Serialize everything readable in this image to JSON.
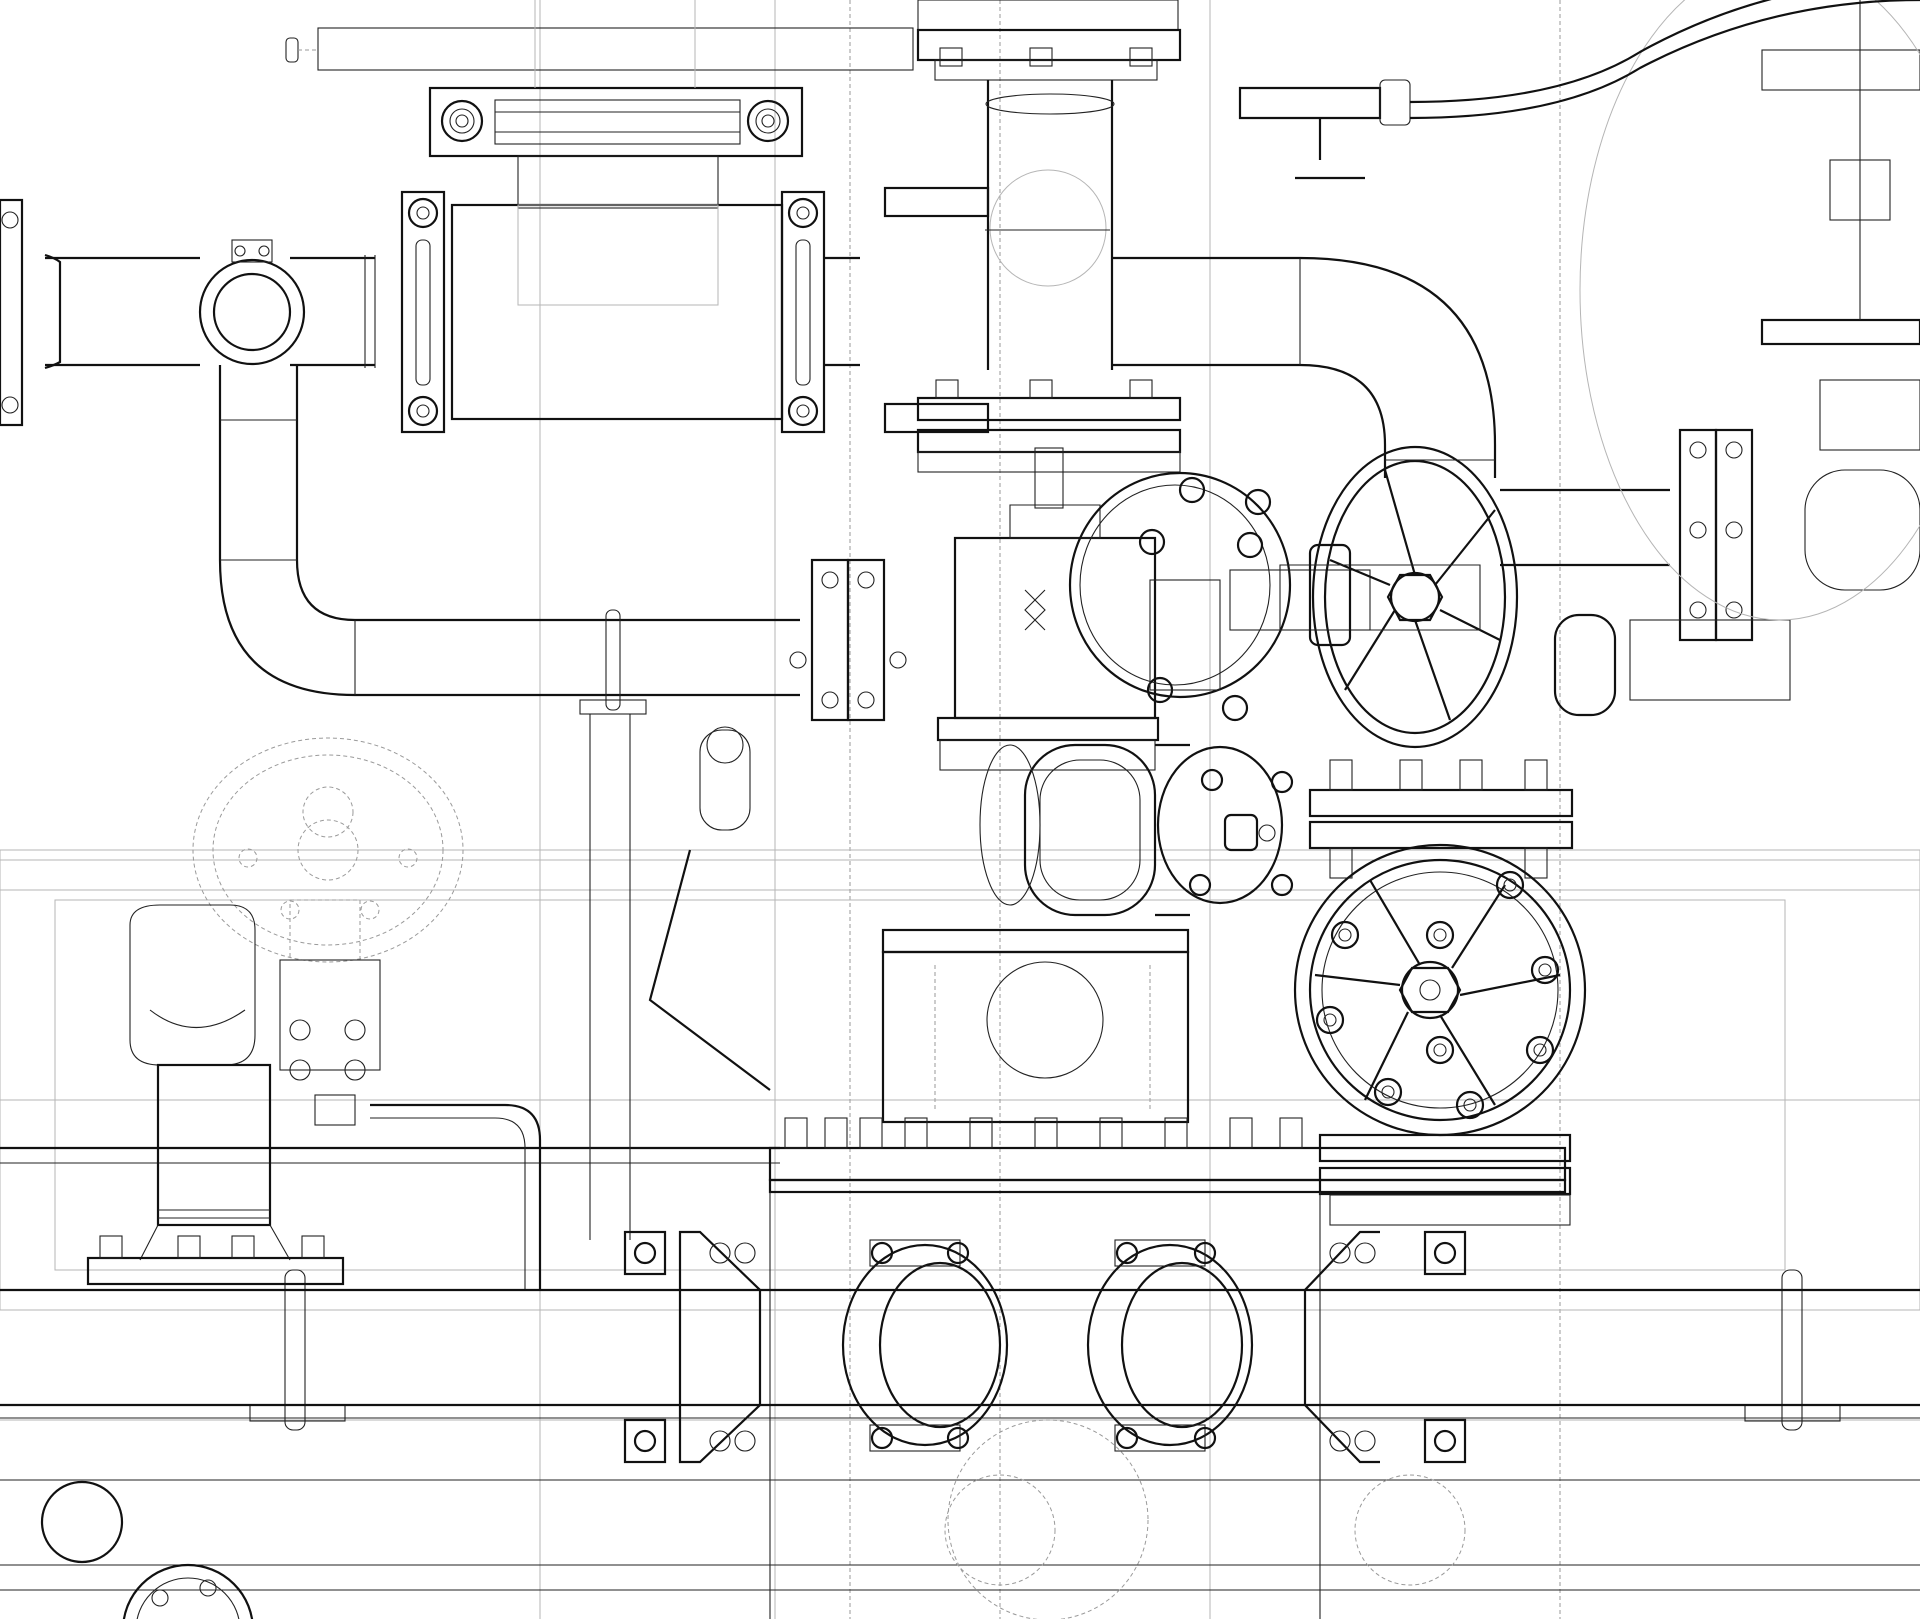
{
  "drawing": {
    "style": "technical line drawing (wireframe)",
    "colors": {
      "background": "#ffffff",
      "line_primary": "#111111",
      "line_hidden": "#9a9a9a"
    },
    "components": [
      "pipe-run-upper-left",
      "tri-clamp-connector",
      "sight-glass-flange-assembly",
      "vertical-riser-with-flanges",
      "gate-valve-handwheel-upper",
      "gate-valve-handwheel-lower",
      "check-valve-bonnet",
      "pump-housing-block",
      "manifold-flange-plate",
      "lower-header-pipe",
      "pipe-clamps-row",
      "large-curved-elbow-right",
      "ghost-motor-outline-left",
      "right-valve-stack",
      "pressure-gauge-connection-top"
    ],
    "text_labels": []
  }
}
